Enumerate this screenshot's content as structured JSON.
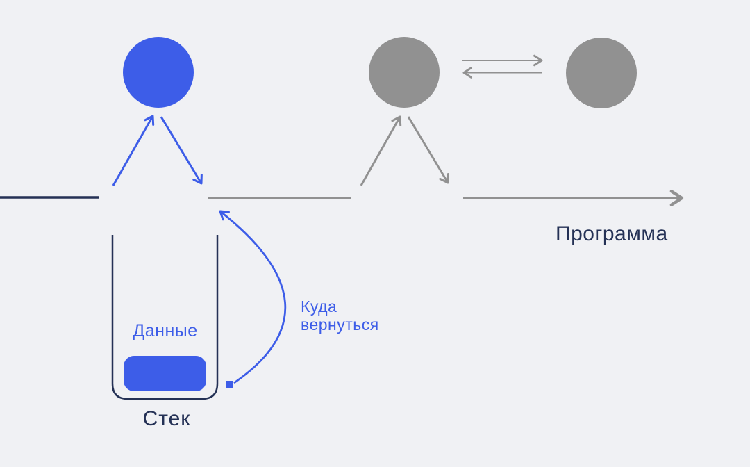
{
  "colors": {
    "blue": "#3d5de8",
    "gray": "#919191",
    "navy": "#243155",
    "background": "#f0f1f4"
  },
  "labels": {
    "program": "Программа",
    "stack": "Стек",
    "data": "Данные",
    "return_note": "Куда вернуться"
  }
}
